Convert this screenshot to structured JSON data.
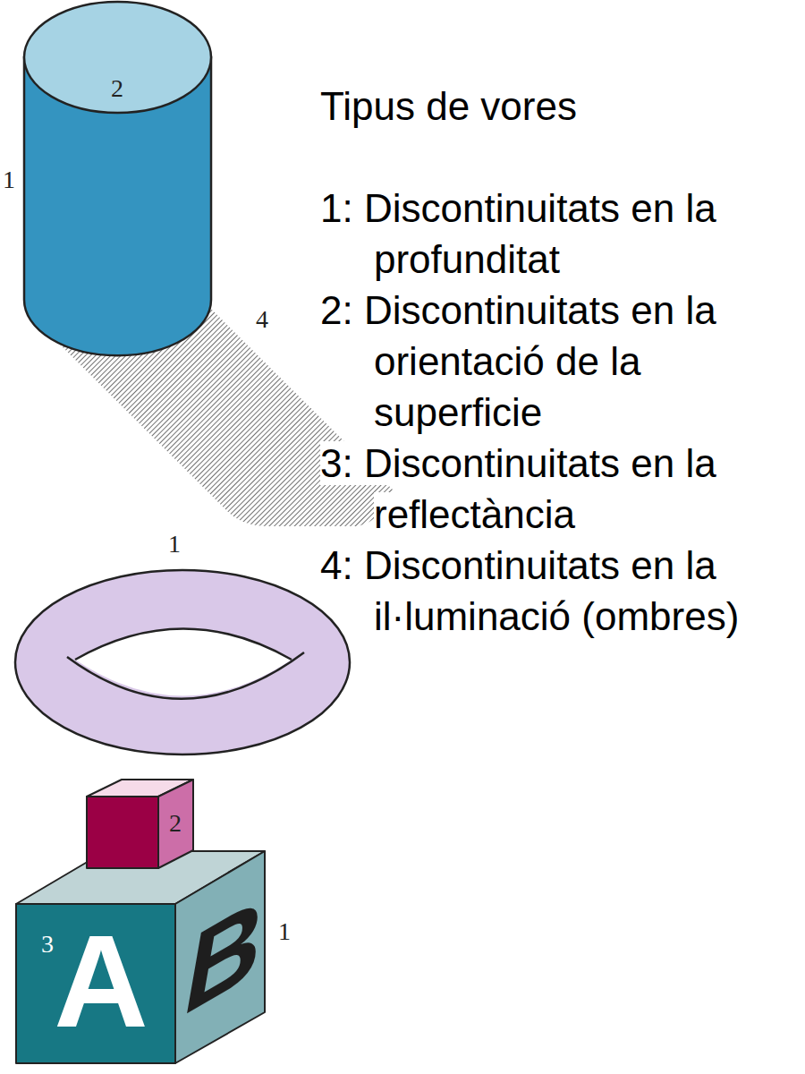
{
  "diagram": {
    "title": "Tipus de vores",
    "labels": [
      "2",
      "1",
      "4",
      "1",
      "2",
      "3",
      "1",
      "A",
      "B",
      "1: Discontinuitats en la profunditat",
      "2: Discontinuitats en la orientació de la superficie",
      "3: Discontinuitats en la reflectància",
      "4: Discontinuitats en la il·luminació (ombres)"
    ]
  }
}
